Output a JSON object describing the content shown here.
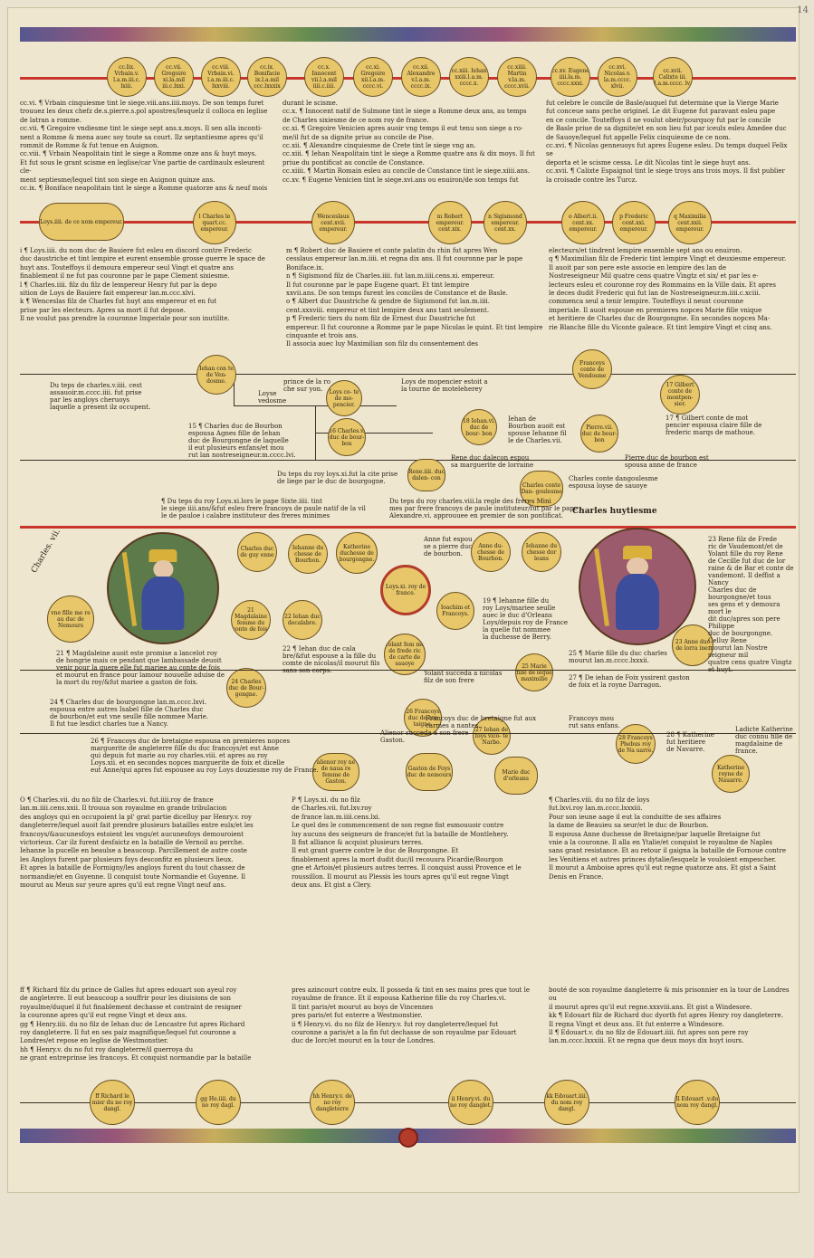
{
  "page_number": "14",
  "top_row": {
    "medals": [
      "cc.lix.\nVrbain.v.\nl.a.m.iii.c.\nlxiii.",
      "cc.vii.\nGregoire\nxi.la.mil\niii.c.lxxi.",
      "cc.viii.\nVrbain.vi.\nl.a.m.iii.c.\nlxxviii.",
      "cc.ix.\nBonifacie\nix.l.a.mil\nccc.lxxxix",
      "cc.x.\nInnocent\nvii.l.a.mil\niiii.c.iiii.",
      "cc.xi.\nGregoire\nxii.l.a.m.\ncccc.vi.",
      "cc.xii.\nAlexandre\nv.l.a.m.\ncccc.ix.",
      "cc.xiii.\nIehan\nxxiii.l.a.m.\ncccc.x.",
      "cc.xiiii.\nMartin\nv.la.m.\ncccc.xvii.",
      "cc.xv.\nEugene\niiii.la.m.\ncccc.xxxi.",
      "cc.xvi.\nNicolas.v.\nla.m.cccc.\nxlvii.",
      "cc.xvii.\nCalixte iii.\nl.a.m.cccc.\nlv."
    ]
  },
  "papal_text": {
    "col1": "cc.vi. ¶ Vrbain cinquiesme tint le siege.viii.ans.iiii.moys. De son temps furet\ntrouuez les deux chefz de.s.pierre.s.pol apostres/lesquelz il colloca en leglise\nde latran a romme.\ncc.vii. ¶ Gregoire vndiesme tint le siege sept ans.x.moys. Il sen alla inconti-\nnent a Romme & mena auec soy toute sa court. Ilz septantiesme apres qu'il\nrommit de Romme & fut tenue en Auignon.\ncc.viii. ¶ Vrbain Neapolitain tint le siege a Romme onze ans & huyt moys.\nEt fut sous le grant scisme en leglise/car Vne partie de cardinaulx esleurent cle-\nment septiesme/lequel tint son siege en Auignon quinze ans.\ncc.ix. ¶ Boniface neapolitain tint le siege a Romme quatorze ans & neuf mois",
    "col2": "durant le scisme.\ncc.x. ¶ Innocent natif de Sulmone tint le siege a Romme deux ans, au temps\nde Charles sixiesme de ce nom roy de france.\ncc.xi. ¶ Gregoire Venicien apres auoir vng temps il eut tenu son siege a ro-\nme/il fut de sa dignite priue au concile de Pise.\ncc.xii. ¶ Alexandre cinquiesme de Crete tint le siege vng an.\ncc.xiii. ¶ Iehan Neapolitain tint le siege a Romme quatre ans & dix moys. Il fut\npriue du pontificat au concile de Constance.\ncc.xiiii. ¶ Martin Romain esleu au concile de Constance tint le siege.xiiii.ans.\ncc.xv. ¶ Eugene Venicien tint le siege.xvi.ans ou enuiron/de son temps fut",
    "col3": "fut celebre le concile de Basle/auquel fut determine que la Vierge Marie\nfut conceue sans peche originel. Le dit Eugene fut paravant esleu pape\nen ce concile. Touteffoys il ne voulut obeir/pourquoy fut par le concile\nde Basle priue de sa dignite/et en son lieu fut par iceulx esleu Amedee duc\nde Sauoye/lequel fut appelle Felix cinquiesme de ce nom.\ncc.xvi. ¶ Nicolas genneuoys fut apres Eugene esleu. Du temps duquel Felix se\ndeporta et le scisme cessa. Le dit Nicolas tint le siege huyt ans.\ncc.xvii. ¶ Calixte Espaignol tint le siege troys ans trois moys. Il fist publier\nla croisade contre les Turcz."
  },
  "emperor_row": {
    "medals": [
      "Loys.iiii.\nde ce nom\nempereur.",
      "l\nCharles le\nquart.cc.\nempereur.",
      "Wenceslaus\ncent.xvii.\nempereur.",
      "m\nRobert\nempereur.\ncent.xix.",
      "n\nSigismond\nempereur.\ncent.xx.",
      "o\nAlbert.ii.\ncent.xx.\nempereur.",
      "p\nFrederic\ncent.xxi.\nempereur.",
      "q\nMaximilia\ncent.xxii.\nempereur."
    ]
  },
  "emperor_text": {
    "col1": "i ¶ Loys.iiii. du nom duc de Bauiere fut esleu en discord contre Frederic\nduc daustriche et tint lempire et eurent ensemble grosse guerre le space de\nhuyt ans. Touteffoys il demoura empereur seul Vingt et quatre ans\nfinablement il ne fut pas couronne par le pape Clement sixiesme.\nl ¶ Charles.iiii. filz du filz de lempereur Henry fut par la depo\nsition de Loys de Bauiere fait empereur lan.m.ccc.xlvi.\nk ¶ Wenceslas filz de Charles fut huyt ans empereur et en fut\npriue par les electeurs. Apres sa mort il fut depose.\nIl ne voulut pas prendre la couronne Imperiale pour son inutilite.",
    "col2": "m ¶ Robert duc de Bauiere et conte palatin du rhin fut apres Wen\ncesslaus empereur lan.m.iiii. et regna dix ans. Il fut couronne par le pape Boniface.ix.\nn ¶ Sigismond filz de Charles.iiii. fut lan.m.iiii.cens.xi. empereur.\nIl fut couronne par le pape Eugene quart. Et tint lempire\nxxvii.ans. De son temps furent les conciles de Constance et de Basle.\no ¶ Albert duc Daustriche & gendre de Sigismond fut lan.m.iiii.\ncent.xxxviii. empereur et tint lempire deux ans tant seulement.\np ¶ Frederic tiers du nom filz de Ernest duc Daustriche fut\nempereur. Il fut couronne a Romme par le pape Nicolas le quint. Et tint lempire cinquante et trois ans.\nIl associa auec luy Maximilian son filz du consentement des",
    "col3": "electeurs/et tindrent lempire ensemble sept ans ou enuiron.\nq ¶ Maximilian filz de Frederic tint lempire Vingt et deuxiesme empereur.\nIl auoit par son pere este associe en lempire des lan de\nNostreseigneur Mil quatre cens quatre Vingtz et six/ et par les e-\nlecteurs esleu et couronne roy des Rommains en la Ville daix. Et apres\nle deces dudit Frederic qui fut lan de Nostreseigneur.m.iiii.c.xciii.\ncommenca seul a tenir lempire. Touteffoys il neust couronne\nimperiale. Il auoit espouse en premieres nopces Marie fille vnique\net heritiere de Charles duc de Bourgongne. En secondes nopces Ma-\nrie Blanche fille du Viconte galeace. Et tint lempire Vingt et cinq ans."
  },
  "bourbon_section": {
    "medals": {
      "jehan_vendome": "Iehan con\nte de Ven-\ndosme.",
      "loys_montpensier": "Loys co-\nte de mo-\npencier.",
      "francoys_vendome": "Francoys\nconte de\nVendosme",
      "gilbert": "17\nGilbert\nconte de\nmontpen-\nsier.",
      "charles_bourbon": "16\nCharles.v.\nduc de\nbour-\nbon",
      "jehan_bourbon": "18\nIehan.vi.\nduc de\nbour-\nbon",
      "pierre_bourbon": "Pierre.vii.\nduc de\nbour-\nbon",
      "rene_alencon": "Rene.iiii.\nduc dalen-\ncon",
      "charles_angoulesme": "Charles\nconte Dan-\ngoulesme"
    },
    "labels": {
      "loyse_vendome": "Loyse\nvedosme",
      "prince_roche": "prince de la ro\nche sur yon.",
      "loys_montpensier_note": "Loys de mopencier estoit a\nla tourne de moteleherey",
      "temps_charles_v": "Du teps de charles.v.iiii. cest\nassauoir.m.cccc.iiii. fut prise\npar les angloys cheruoys\nlaquelle a present ilz occupent.",
      "charles_bourbon_note": "15 ¶ Charles duc de Bourbon\nespousa Agnes fille de Iehan\nduc de Bourgongne de laquelle\nil eut plusieurs enfans/et mou\nrut lan nostreseigneur.m.cccc.lvi.",
      "jehan_bourbon_note": "Iehan de\nBourbon auoit est\nspouse Iehanne fil\nle de Charles.vii.",
      "gilbert_note": "17 ¶ Gilbert conte de mot\npencier espousa claire fille de\nfrederic marqs de mathoue.",
      "rene_note": "Rene duc dalecon espou\nsa marguerite de lorraine",
      "pierre_note": "Pierre duc de bourbon est\nspousa anne de france",
      "loys_xi_note": "Du teps du roy loys.xi.fut la cite prise\nde liege par le duc de bourgogne.",
      "rene_marguerite": "marguerite de lorraine",
      "charles_angoulesme_note": "Charles conte dangoulesme\nespousa loyse de sauoye"
    },
    "mid_notes": {
      "left": "¶ Du teps du roy Loys.xi.lors le pape Sixte.iiii. tint\nle siege iiii.ans/&fut esleu frere francoys de paule natif de la vil\nle de pauloe i calabre instituteur des freres minimes",
      "center": "Du teps du roy charles.viii.la regle des freres Mini\nmes par frere francoys de paule instituteur/fut par le pape\nAlexandre.vi. approuuee en premier de son pontificat."
    },
    "headings": {
      "charles_vii": "Charles. vii.",
      "charles_viii": "Charles huytiesme"
    }
  },
  "royal_section": {
    "medals": {
      "charles_guyenne": "Charles\nduc de guy\nenne",
      "jehanne_bourbon": "Iehanne du\nchesse de\nBourbon.",
      "katherine": "Katherine\nduchesse de\nbourgongne.",
      "anne_bourbon": "Anne du-\nchesse de\nBourbon.",
      "jehanne_orleans": "Iehanne du\nchesse dor\nleans",
      "loys_xi": "Loys.xi.\nroy de\nfrance.",
      "fille_nemours": "vne fille me\nre au duc\nde Nemours",
      "magdaleine": "21\nMagdalaine\nfemme du\nconte de fois.",
      "jehan_calabre": "22\nIehan duc\ndecalabre.",
      "joachim_francoys": "Ioachim et\nFrancoys.",
      "yolant": "Yolant fem\nme de frede\nric de carte\nde sauoye",
      "charles_bourgongne": "24\nCharles\nduc de Bour-\ngongne.",
      "francoys_bretaigne": "26\nFrancoys\nduc de bre\ntaigne.",
      "marie_cleue": "25\nMarie fille de\nleque\nmaximilie",
      "jehan_foys": "27\nIehan de\nfoys vico-\nte Narbo.",
      "francoys_phebus": "28\nFrancoys\nPhebus\nroy de Na\nuarre.",
      "katherine_navarre": "Katherine\nroyne de\nNauarre.",
      "renee": "23\nAnne duc\nde lorra\nine.",
      "alienor": "alienor roy\nne de naua\nre femme de\nGaston.",
      "gaston": "Gaston de\nFoys duc de\nnemours",
      "marie_duc_orleans": "Marie duc\nd'orleans"
    },
    "notes": {
      "anne_fut": "Anne fut espou\nse a pierre duc\nde bourbon.",
      "jehanne_note": "19 ¶ Iehanne fille du\nroy Loys/mariee seulle\nauec le duc d'Orleans\nLoys/depuis roy de France\nla quelle fut nommee\nla duchesse de Berry.",
      "renee_note": "23 Rene filz de Frede\nric de Vaudemont/et de\nYolant fille du roy Rene\nde Cecille fut duc de lor\nraine & de Bar et conte de\nvandemont. Il deffist a Nancy\nCharles duc de bourgongne/et tous\nses gens et y demoura mort le\ndit duc/apres son pere Philippe\nduc de bourgongne. Celluy Rene\nmourut lan Nostre seigneur mil\nquatre cens quatre Vingtz et huyt.",
      "magdaleine_note": "21 ¶ Magdaleine auoit este promise a lancelot roy\nde hongrie mais ce pendant que lambassade deuoit\nvenir pour la quere elle fut mariee au conte de fois\net mourut en france pour lamour nouuelle aduise de\nla mort du roy/&fut mariee a gaston de foix.",
      "jehan_note": "22 ¶ Iehan duc de cala\nbre/&fut espouse a la fille du\ncomte de nicolas/il mourut fils\nsans son corps.",
      "marie_note": "25 ¶ Marie fille du duc charles\nmourut lan.m.cccc.lxxxii.",
      "yolant_note": "Yolant succeda a nicolas\nfilz de son frere",
      "jehan_foys_note": "27 ¶ De iehan de Foix yssirent gaston\nde foix et la royne Darragon.",
      "charles_bourgongne_note": "24 ¶ Charles duc de bourgongne lan.m.cccc.lxvi.\nespousa entre autres Isabel fille de Charles duc\nde bourbon/et eut vne seulle fille nommee Marie.\nIl fut tue lesdict charles tue a Nancy.",
      "francoys_bretaigne_note": "26 ¶ Francoys duc de bretaigne espousa en premieres nopces\nmarguerite de angleterre fille du duc francoys/et eut Anne\nqui depuis fut marie au roy charles.viii. et apres au roy\nLoys.xii. et en secondes nopces marguerite de foix et dicelle\neut Anne/qui apres fut espousee au roy Loys douziesme roy de France.",
      "alienor_note": "Alienor succeda a son frere\nGaston.",
      "francoys_note": "Francoys duc de bretaigne fut aux\ncarmes a nantes.",
      "francoys_phebus_note": "Francoys mou\nrut sans enfans.",
      "katherine_navarre_note": "28 ¶ Katherine\nfut heritiere\nde Navarre.",
      "katherine_note": "Ladicte Katherine\nduc connu fille de\nmagdalaine de\nfrance."
    }
  },
  "body_text": {
    "col1": "O ¶ Charles.vii. du no filz de Charles.vi. fut.iiii.roy de france\nlan.m.iiii.cens.xxii. Il trouua son royaulme en grande tribulacion\ndes angloys qui en occupoient la pl' grat partie dicelluy par Henry.v. roy\ndangleterre/lequel auoit fait prendre plusieurs batailles entre eulx/et les\nfrancoys/&aucunesfoys estoient les vngs/et aucunesfoys demouroient\nvictorieux. Car ilz furent desfaictz en la bataille de Vernoil au perche.\nIehanne la pucelle en beaulse a beaucoup. Parcillement de autre coste\nles Angloys furent par plusieurs foys desconfitz en plusieurs lieux.\nEt apres la bataille de Formigny/les angloys furent du tout chassez de\nnormandie/et en Guyenne. Il conquist toute Normandie et Guyenne. Il\nmourut au Meun sur yeure apres qu'il eut regne Vingt neuf ans.",
    "col2": "P ¶ Loys.xi. du no filz\nde Charles.vii. fut.lxv.roy\nde france lan.m.iiii.cens.lxi.\nLe quel des le commencement de son regne fist esmouuoir contre\nluy aucuns des seigneurs de france/et fut la bataille de Montlehery.\nIl fist alliance & acquist plusieurs terres.\nIl eut grant guerre contre le duc de Bourgongne. Et\nfinablement apres la mort dudit duc/il recouura Picardie/Bourgon\ngne et Artois/et plusieurs autres terres. Il conquist aussi Provence et le\nroussillon. Il mourut au Plessis les tours apres qu'il eut regne Vingt\ndeux ans. Et gist a Clery.",
    "col3": "¶ Charles.viii. du no filz de loys\nfut.lxvi.roy lan.m.cccc.lxxxiii.\nPour son ieune aage il eut la conduitte de ses affaires\nla dame de Beauieu sa seur/et le duc de Bourbon.\nIl espousa Anne duchesse de Bretaigne/par laquelle Bretaigne fut\nvnie a la couronne. Il alla en Ytalie/et conquist le royaulme de Naples\nsans grant resistance. Et au retour il gaigna la bataille de Fornoue contre\nles Venitiens et autres princes dytalie/lesquelz le vouloient empescher.\nIl mourut a Amboise apres qu'il eut regne quatorze ans. Et gist a Saint Denis en France."
  },
  "english_text": {
    "col1": "ff ¶ Richard filz du prince de Galles fut apres edouart son ayeul roy\nde angleterre. Il eut beaucoup a souffrir pour les diuisions de son\nroyaulme/duquel il fut finablement dechasse et contraint de resigner\nla couronne apres qu'il eut regne Vingt et deux ans.\ngg ¶ Henry.iiii. du no filz de Iehan duc de Lencastre fut apres Richard\nroy dangleterre. Il fut en ses paiz magnifique/lequel fut couronne a\nLondres/et repose en leglise de Westmonstier.\nhh ¶ Henry.v. du no fut roy dangleterre/il guerroya du\nne grant entreprinse les francoys. Et conquist normandie par la bataille",
    "col2": "pres azincourt contre eulx. Il posseda & tint en ses mains pres que tout le\nroyaulme de france. Et il espousa Katherine fille du roy Charles.vi.\nIl tint paris/et mourut au boys de Vincennes\npres paris/et fut enterre a Westmonstier.\nii ¶ Henry.vi. du no filz de Henry.v. fut roy dangleterre/lequel fut\ncouronne a paris/et a la fin fut dechasse de son royaulme par Edouart\nduc de Iorc/et mourut en la tour de Londres.",
    "col3": "bouté de son royaulme dangleterre & mis prisonnier en la tour de Londres ou\nil mourut apres qu'il eut regne.xxxviii.ans. Et gist a Windesore.\nkk ¶ Edouart filz de Richard duc dyorth fut apres Henry roy dangleterre.\nIl regna Vingt et deux ans. Et fut enterre a Windesore.\nll ¶ Edouart.v. du no filz de Edouart.iiii. fut apres son pere roy\nlan.m.cccc.lxxxiii. Et ne regna que deux moys dix huyt iours."
  },
  "bottom_row": {
    "medals": [
      "ff\nRichard le\nmier du no\nroy dangl.",
      "gg\nHe.iiii.\ndu no roy\ndagl.",
      "hh\nHenry.v.\nde no roy\ndangleterre",
      "ii\nHenry.vi.\ndu no roy\ndanglet.",
      "kk\nEdouart.iiii.\ndu nom\nroy dangl.",
      "ll\nEdouart\n.v.du nom\nroy dangl."
    ]
  }
}
